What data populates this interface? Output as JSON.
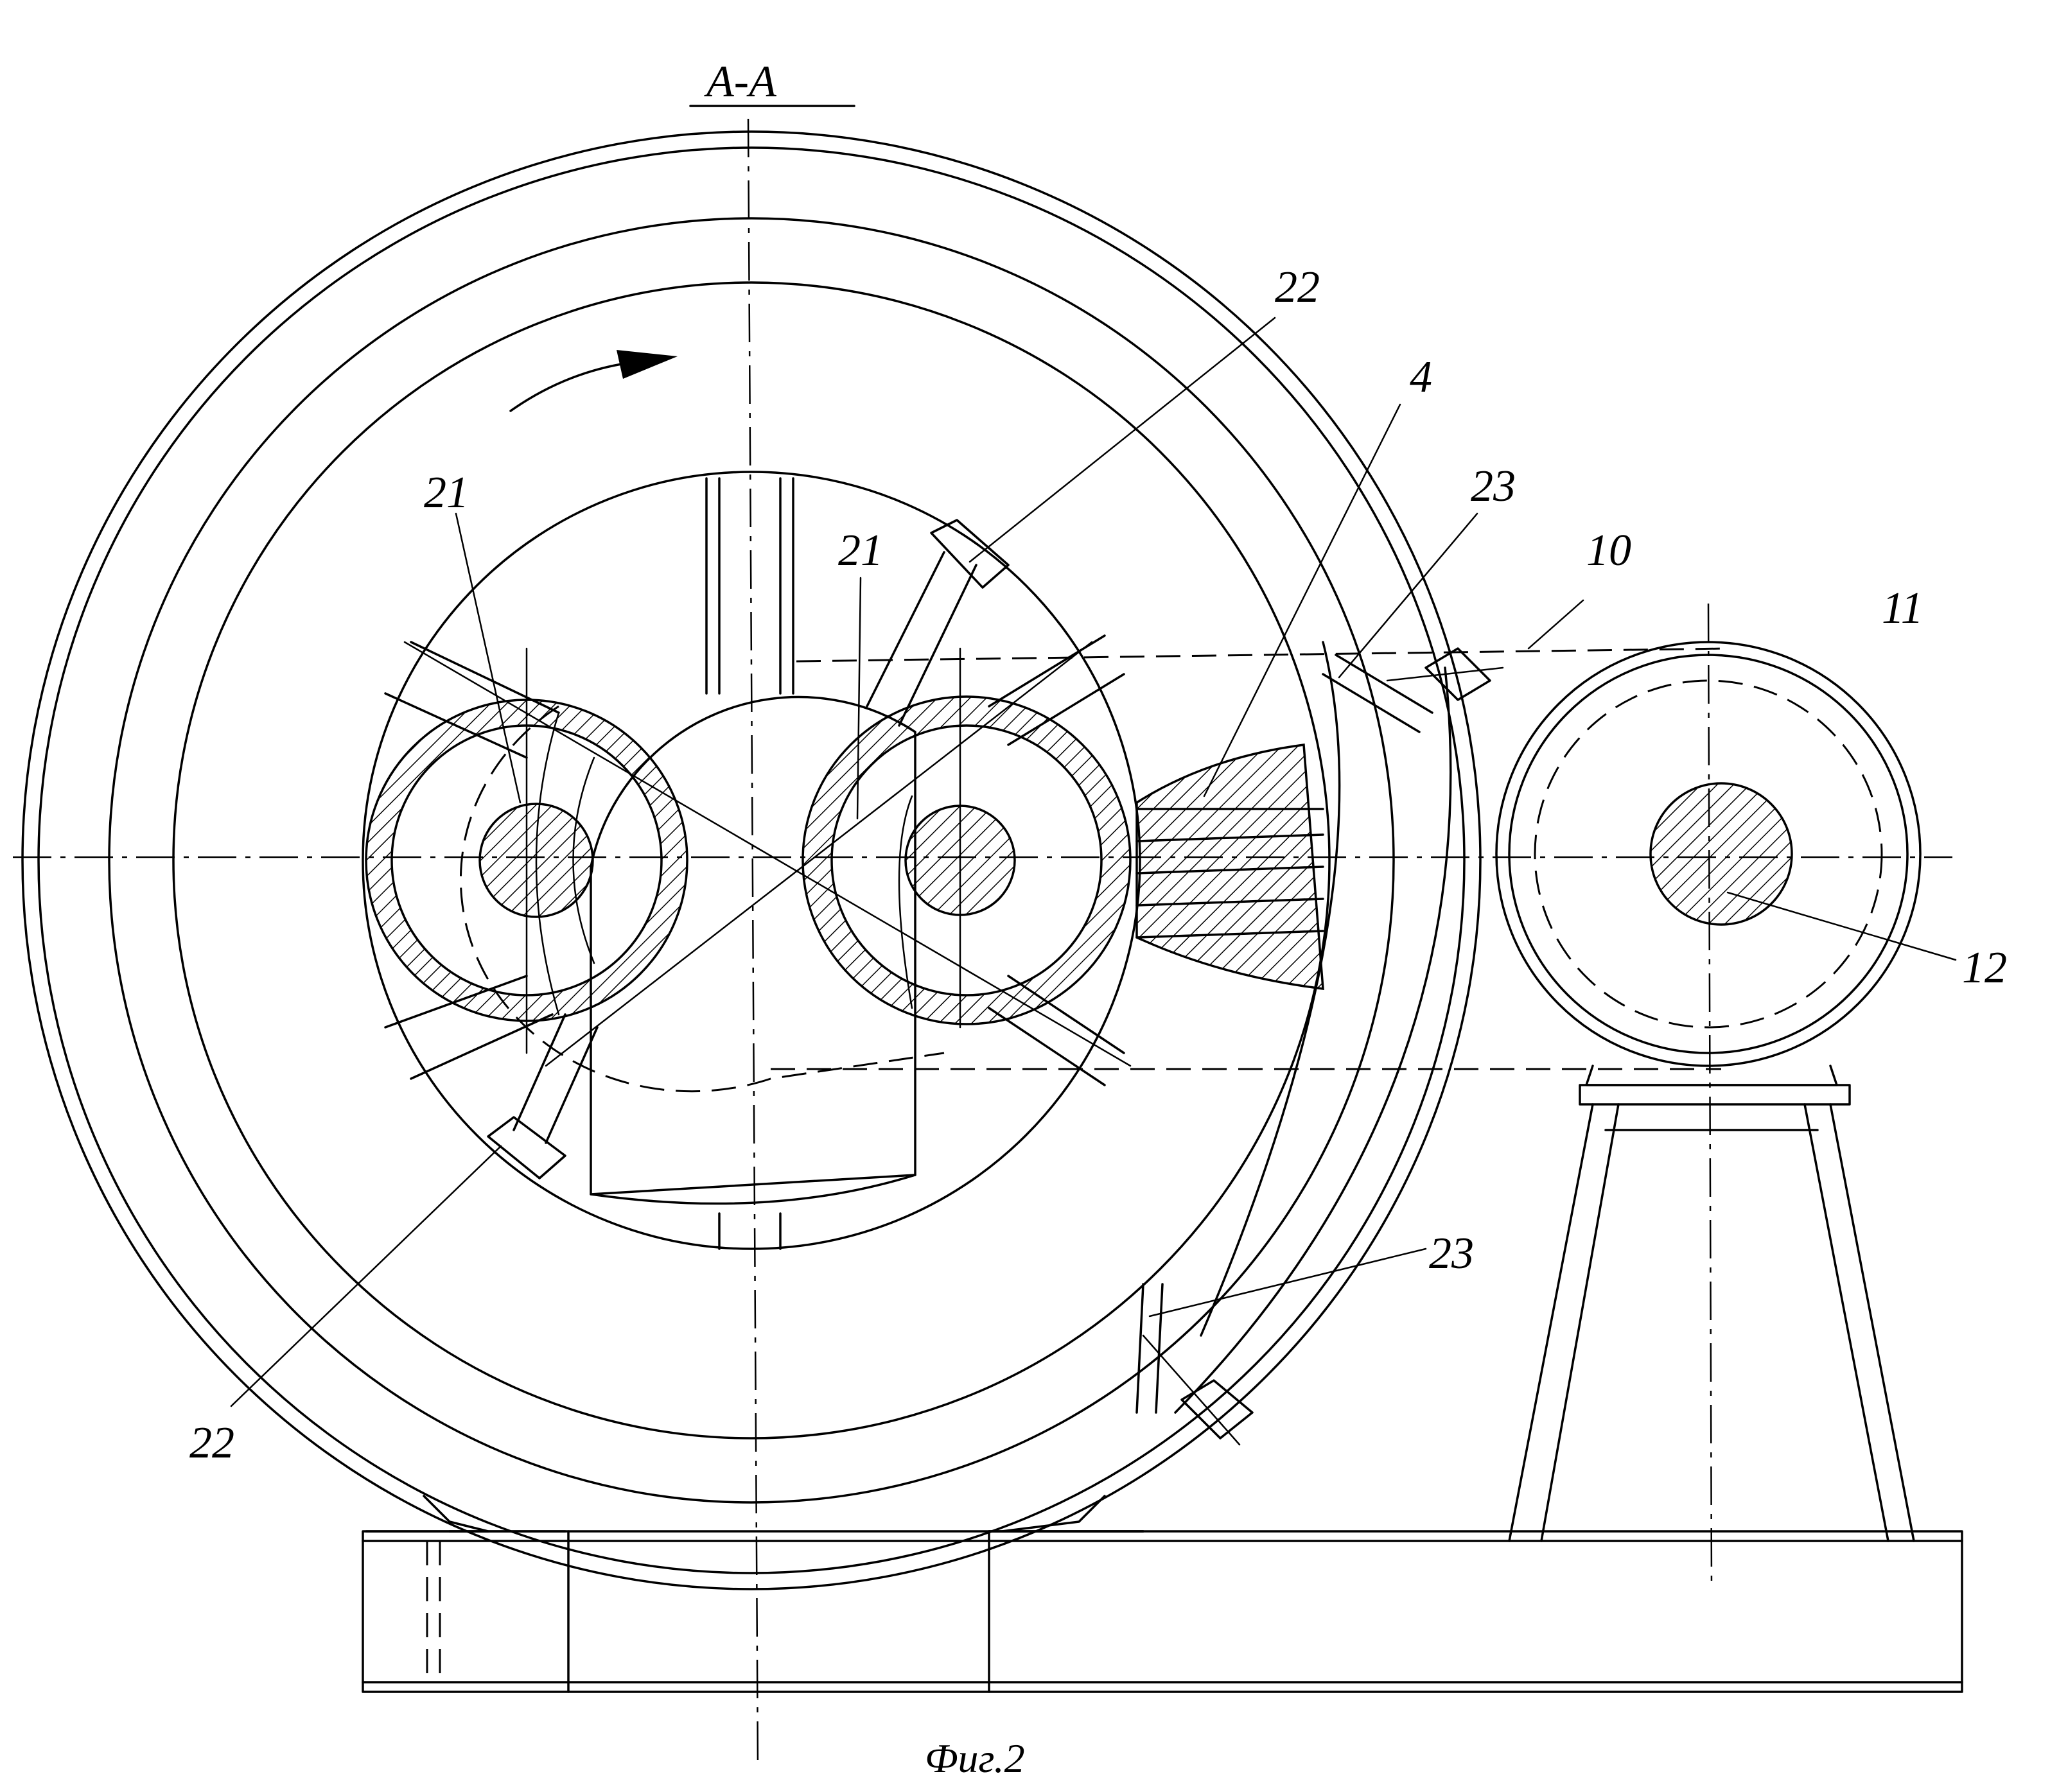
{
  "section_label": "А-А",
  "figure_caption": "Фиг.2",
  "callouts": {
    "c22_top": "22",
    "c4": "4",
    "c23_top": "23",
    "c10": "10",
    "c11": "11",
    "c21_left": "21",
    "c21_right": "21",
    "c12": "12",
    "c23_bottom": "23",
    "c22_bottom": "22"
  }
}
